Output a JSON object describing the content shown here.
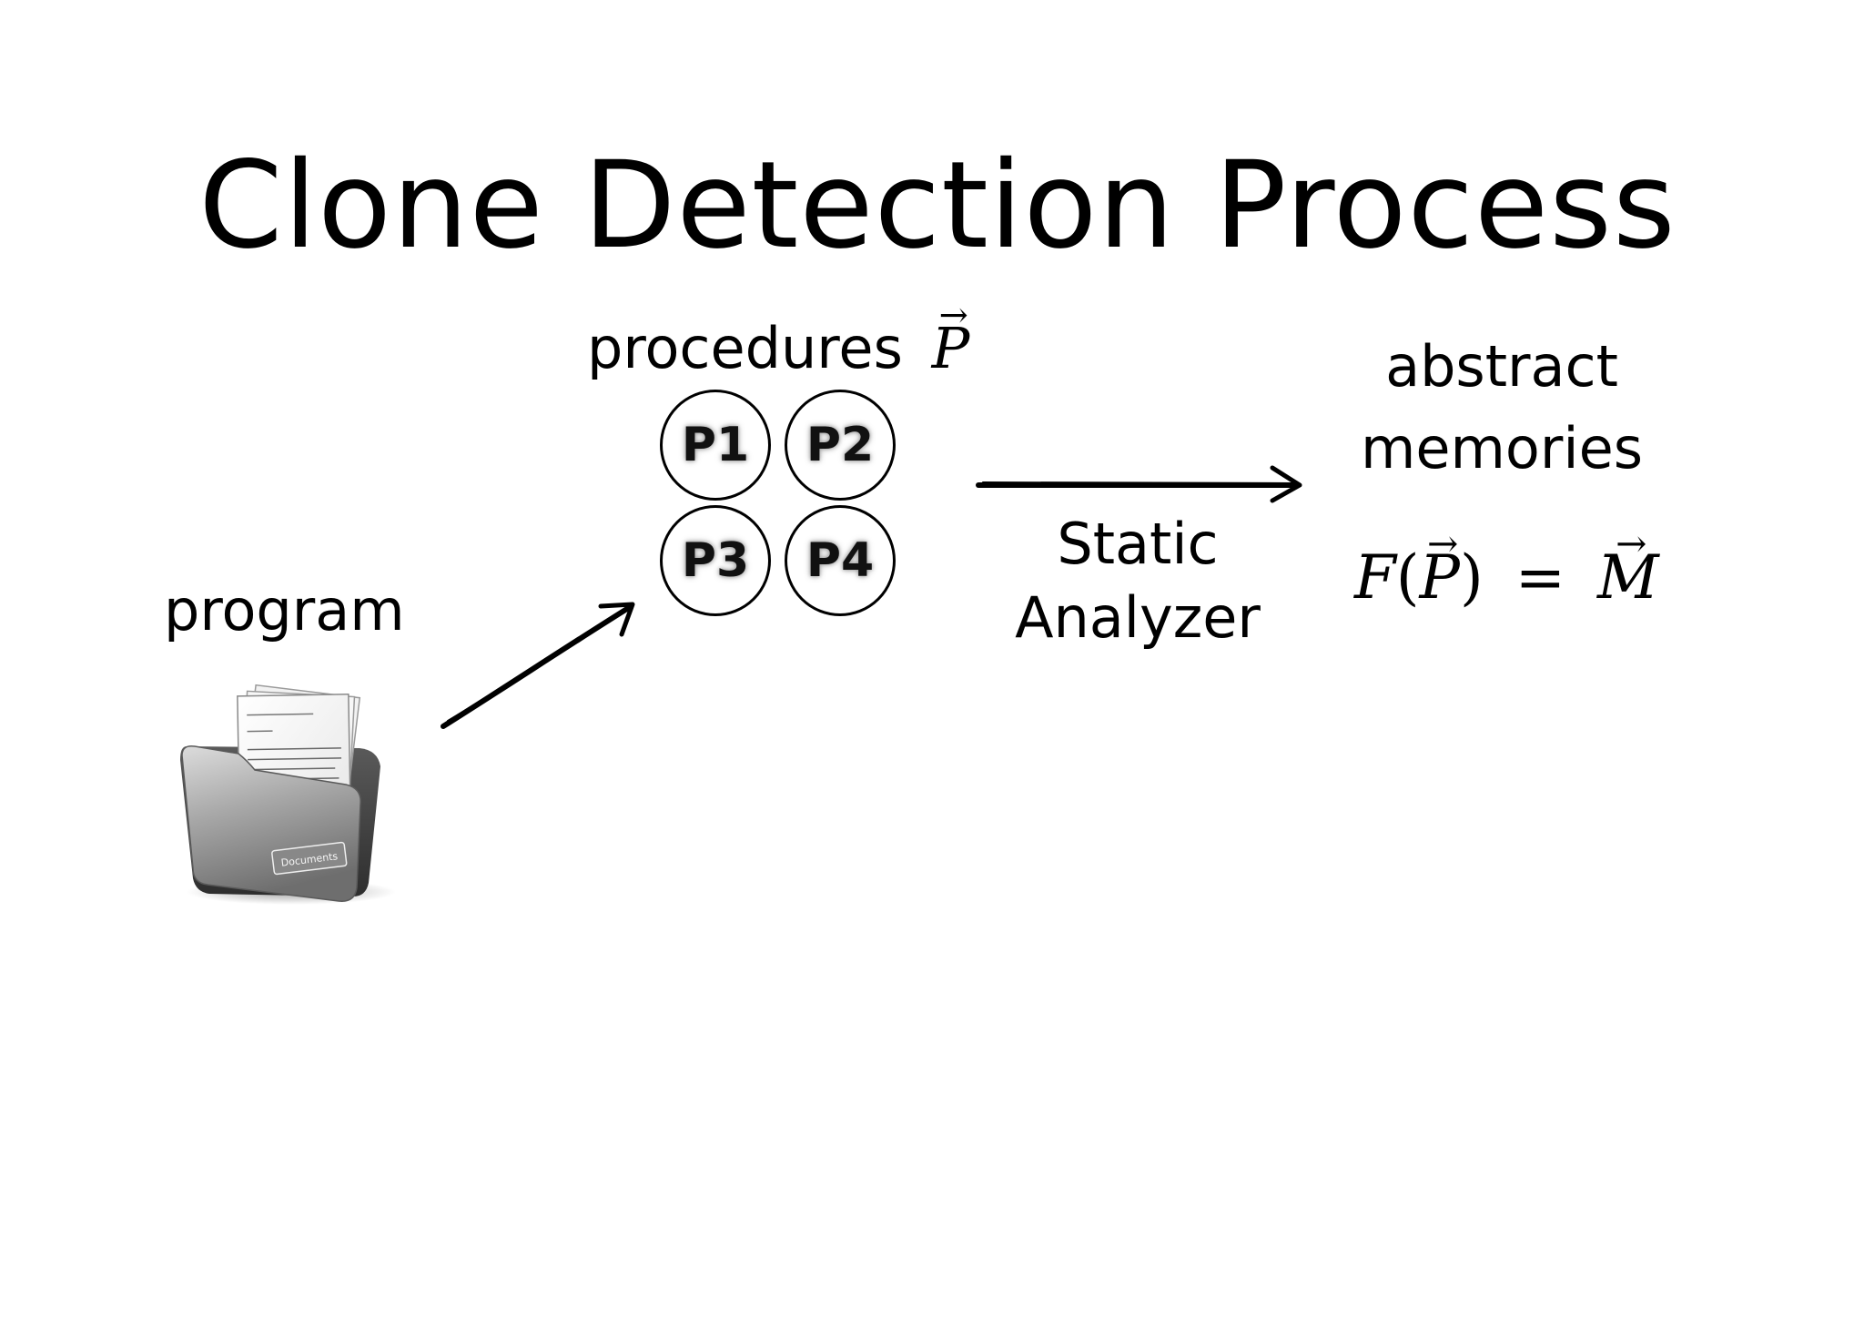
{
  "slide": {
    "title": "Clone Detection Process"
  },
  "diagram": {
    "program_label": "program",
    "procedures_label": "procedures",
    "procedures_symbol": "P",
    "procedures": [
      "P1",
      "P2",
      "P3",
      "P4"
    ],
    "analyzer_label_line1": "Static",
    "analyzer_label_line2": "Analyzer",
    "output_label_line1": "abstract",
    "output_label_line2": "memories",
    "formula": {
      "func": "F",
      "arg": "P",
      "result": "M"
    },
    "folder_tab_text": "Documents"
  },
  "icons": {
    "program": "folder-with-documents-icon",
    "procedure_vector_arrow": "vector-arrow",
    "arrows": [
      "arrow-program-to-procedures",
      "arrow-procedures-to-memories"
    ]
  },
  "colors": {
    "background": "#ffffff",
    "text": "#000000",
    "folder": "#8a8a8a"
  }
}
